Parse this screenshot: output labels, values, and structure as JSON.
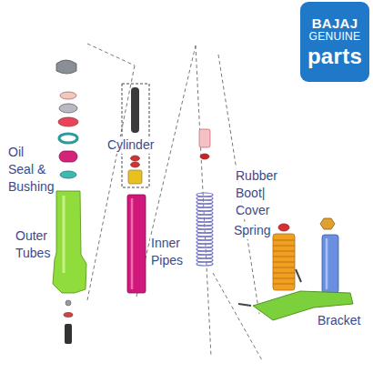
{
  "diagram": {
    "nodes": [
      {
        "text": [
          "BAJAJ",
          "GENUINE",
          "parts"
        ]
      }
    ],
    "labels": [
      "Cylinder",
      "Oil Seal & Bushing",
      "Outer Tubes",
      "Inner Pipes",
      "Spring",
      "Rubber Boot| Cover",
      "Bracket"
    ]
  }
}
